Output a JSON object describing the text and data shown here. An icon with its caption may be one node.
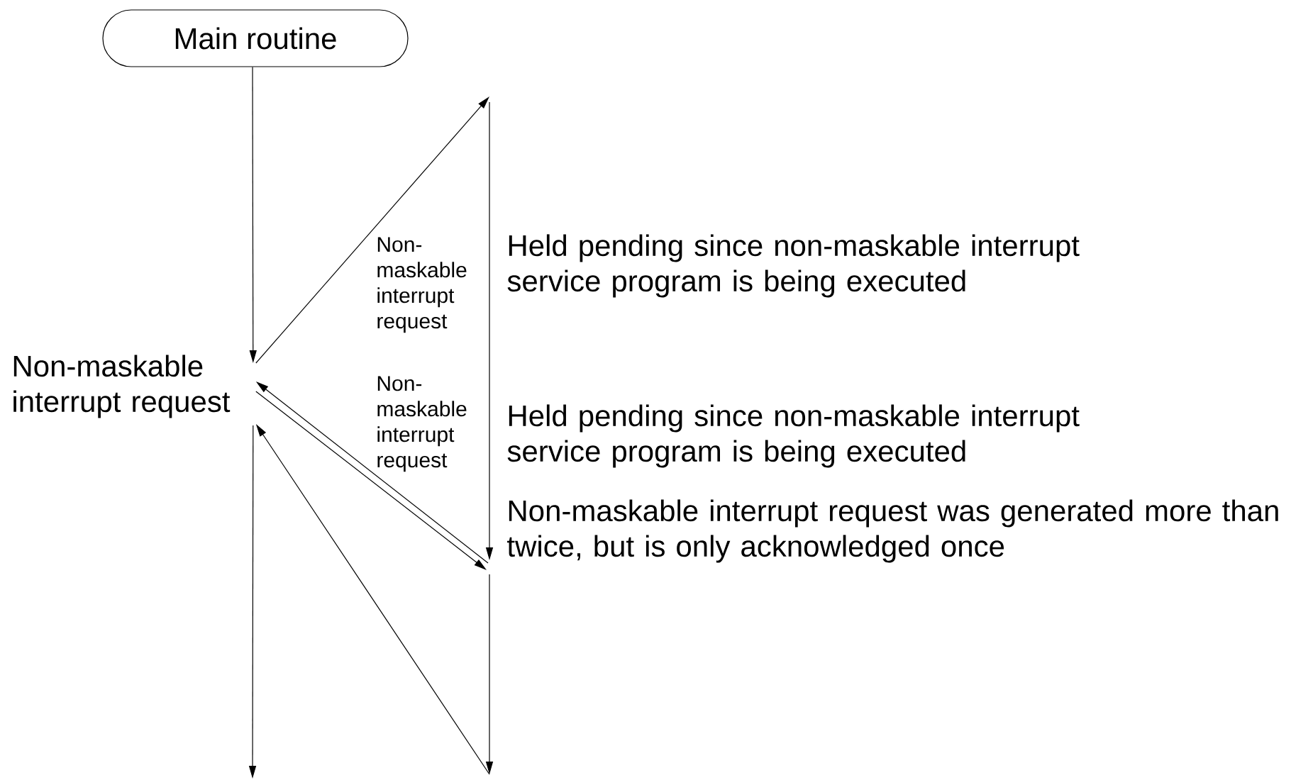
{
  "diagram": {
    "nodes": [
      {
        "text": [
          "Main routine"
        ]
      },
      {
        "text": [
          "Non-maskable interrupt request"
        ]
      },
      {
        "text": [
          "Non-maskable interrupt request was generated more than twice, but is only acknowledged once"
        ]
      }
    ],
    "edges": [
      {
        "from": 0,
        "to": 1,
        "arrow": "to"
      },
      {
        "from": 1,
        "to": null,
        "arrow": "to"
      },
      {
        "from": 2,
        "to": 1,
        "arrow": "to"
      },
      {
        "from": 1,
        "to": 2,
        "arrow": "to"
      },
      {
        "from": null,
        "to": 1,
        "arrow": "to"
      },
      {
        "from": 1,
        "to": null,
        "arrow": "to"
      },
      {
        "from": null,
        "to": 2,
        "arrow": "to"
      },
      {
        "from": 2,
        "to": null,
        "arrow": "to"
      }
    ],
    "labels": [
      "Non-maskable interrupt request",
      "Held pending since non-maskable interrupt service program is being executed",
      "Non-maskable interrupt request",
      "Held pending since non-maskable interrupt service program is being executed"
    ]
  }
}
